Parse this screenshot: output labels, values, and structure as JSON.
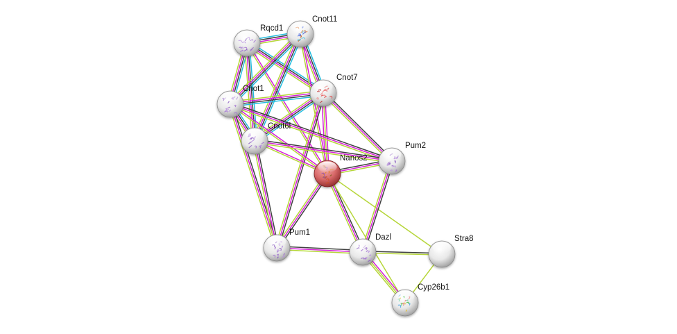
{
  "diagram": {
    "type": "protein-interaction-network",
    "query_node": "Nanos2",
    "edge_colors": {
      "database": "#22bde0",
      "experiment": "#d620d8",
      "textmining": "#b6d63a",
      "coexpression": "#404040"
    },
    "nodes": [
      {
        "id": "Rqcd1",
        "label": "Rqcd1",
        "color": "white",
        "structure": "purple"
      },
      {
        "id": "Cnot11",
        "label": "Cnot11",
        "color": "white",
        "structure": "mixed"
      },
      {
        "id": "Cnot7",
        "label": "Cnot7",
        "color": "white",
        "structure": "red"
      },
      {
        "id": "Cnot1",
        "label": "Cnot1",
        "color": "white",
        "structure": "purple"
      },
      {
        "id": "Cnot6l",
        "label": "Cnot6l",
        "color": "white",
        "structure": "purple"
      },
      {
        "id": "Pum2",
        "label": "Pum2",
        "color": "white",
        "structure": "purple"
      },
      {
        "id": "Nanos2",
        "label": "Nanos2",
        "color": "red",
        "structure": "orange"
      },
      {
        "id": "Pum1",
        "label": "Pum1",
        "color": "white",
        "structure": "purple"
      },
      {
        "id": "Dazl",
        "label": "Dazl",
        "color": "white",
        "structure": "purple"
      },
      {
        "id": "Stra8",
        "label": "Stra8",
        "color": "white",
        "structure": "none"
      },
      {
        "id": "Cyp26b1",
        "label": "Cyp26b1",
        "color": "white",
        "structure": "rainbow"
      }
    ],
    "edges": [
      {
        "source": "Rqcd1",
        "target": "Cnot11",
        "types": [
          "database",
          "coexpression",
          "experiment",
          "textmining"
        ]
      },
      {
        "source": "Rqcd1",
        "target": "Cnot7",
        "types": [
          "database",
          "coexpression",
          "experiment",
          "textmining"
        ]
      },
      {
        "source": "Rqcd1",
        "target": "Cnot1",
        "types": [
          "database",
          "coexpression",
          "experiment",
          "textmining"
        ]
      },
      {
        "source": "Rqcd1",
        "target": "Cnot6l",
        "types": [
          "database",
          "coexpression",
          "experiment",
          "textmining"
        ]
      },
      {
        "source": "Rqcd1",
        "target": "Nanos2",
        "types": [
          "experiment",
          "textmining"
        ]
      },
      {
        "source": "Cnot11",
        "target": "Cnot7",
        "types": [
          "database",
          "coexpression",
          "experiment",
          "textmining"
        ]
      },
      {
        "source": "Cnot11",
        "target": "Cnot1",
        "types": [
          "database",
          "coexpression",
          "experiment",
          "textmining"
        ]
      },
      {
        "source": "Cnot11",
        "target": "Cnot6l",
        "types": [
          "database",
          "coexpression",
          "experiment",
          "textmining"
        ]
      },
      {
        "source": "Cnot11",
        "target": "Nanos2",
        "types": [
          "experiment",
          "textmining"
        ]
      },
      {
        "source": "Cnot7",
        "target": "Cnot1",
        "types": [
          "database",
          "coexpression",
          "experiment",
          "textmining"
        ]
      },
      {
        "source": "Cnot7",
        "target": "Cnot6l",
        "types": [
          "database",
          "coexpression",
          "experiment",
          "textmining"
        ]
      },
      {
        "source": "Cnot7",
        "target": "Nanos2",
        "types": [
          "experiment",
          "textmining",
          "experiment"
        ]
      },
      {
        "source": "Cnot7",
        "target": "Pum2",
        "types": [
          "coexpression",
          "experiment",
          "textmining"
        ]
      },
      {
        "source": "Cnot7",
        "target": "Pum1",
        "types": [
          "coexpression",
          "experiment",
          "textmining"
        ]
      },
      {
        "source": "Cnot1",
        "target": "Cnot6l",
        "types": [
          "database",
          "coexpression",
          "experiment",
          "textmining"
        ]
      },
      {
        "source": "Cnot1",
        "target": "Nanos2",
        "types": [
          "experiment",
          "textmining"
        ]
      },
      {
        "source": "Cnot1",
        "target": "Pum2",
        "types": [
          "coexpression",
          "experiment",
          "textmining"
        ]
      },
      {
        "source": "Cnot1",
        "target": "Pum1",
        "types": [
          "coexpression",
          "experiment",
          "textmining"
        ]
      },
      {
        "source": "Cnot6l",
        "target": "Nanos2",
        "types": [
          "experiment",
          "textmining"
        ]
      },
      {
        "source": "Cnot6l",
        "target": "Pum2",
        "types": [
          "coexpression",
          "experiment",
          "textmining"
        ]
      },
      {
        "source": "Cnot6l",
        "target": "Pum1",
        "types": [
          "coexpression",
          "experiment",
          "textmining"
        ]
      },
      {
        "source": "Nanos2",
        "target": "Pum2",
        "types": [
          "coexpression",
          "experiment",
          "textmining"
        ]
      },
      {
        "source": "Nanos2",
        "target": "Pum1",
        "types": [
          "coexpression",
          "experiment",
          "textmining"
        ]
      },
      {
        "source": "Nanos2",
        "target": "Dazl",
        "types": [
          "coexpression",
          "experiment",
          "textmining"
        ]
      },
      {
        "source": "Nanos2",
        "target": "Stra8",
        "types": [
          "textmining"
        ]
      },
      {
        "source": "Nanos2",
        "target": "Cyp26b1",
        "types": [
          "textmining"
        ]
      },
      {
        "source": "Pum2",
        "target": "Dazl",
        "types": [
          "coexpression",
          "experiment",
          "textmining"
        ]
      },
      {
        "source": "Pum1",
        "target": "Dazl",
        "types": [
          "coexpression",
          "experiment",
          "textmining"
        ]
      },
      {
        "source": "Dazl",
        "target": "Stra8",
        "types": [
          "coexpression",
          "textmining"
        ]
      },
      {
        "source": "Dazl",
        "target": "Cyp26b1",
        "types": [
          "experiment",
          "textmining",
          "textmining"
        ]
      },
      {
        "source": "Stra8",
        "target": "Cyp26b1",
        "types": [
          "textmining"
        ]
      }
    ]
  }
}
